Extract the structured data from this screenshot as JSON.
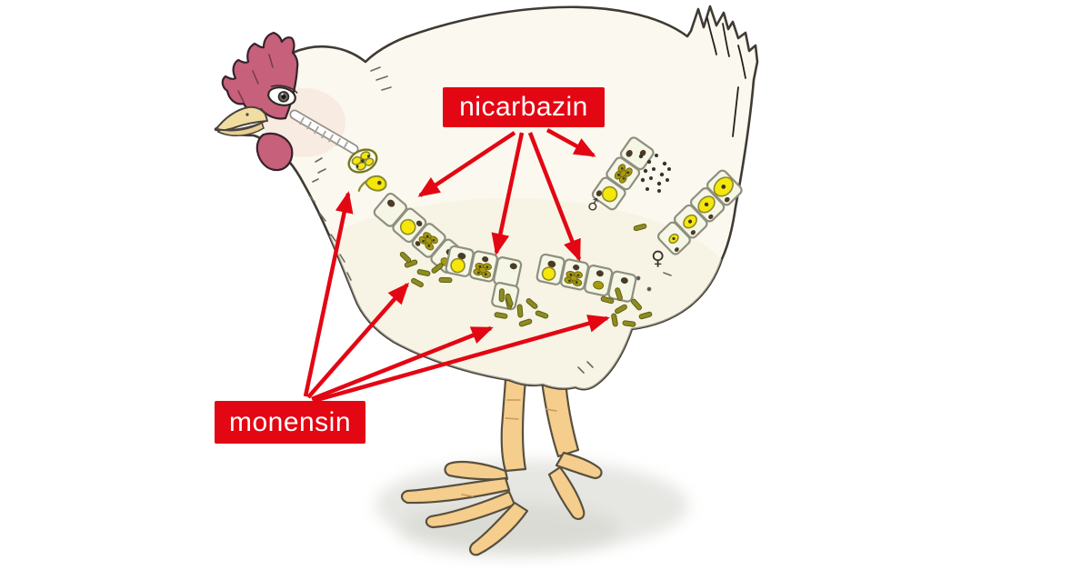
{
  "diagram": {
    "drug_labels": {
      "nicarbazin": "nicarbazin",
      "monensin": "monensin"
    },
    "gender_symbols": {
      "female": "♀",
      "male": "♂"
    },
    "arrow_counts": {
      "nicarbazin": 4,
      "monensin": 4
    },
    "lifecycle_stage_icons": [
      "chicken-illustration",
      "oocyst-icon",
      "sporozoite-icon",
      "infected-epithelial-cells-icon",
      "trophozoite-icon",
      "schizont-icon",
      "merozoites-icon",
      "microgametes-icon",
      "macrogametes-icon"
    ],
    "colors": {
      "accent_red": "#e30613",
      "label_text": "#ffffff",
      "body_cream": "#fbf9ef",
      "comb_pink": "#c7607b",
      "beak_yellow": "#f1dda2",
      "leg_tan": "#f5cd8c",
      "parasite_yellow": "#f6e70a",
      "schizont_olive": "#8c8c22",
      "outline_dark": "#3f3b34"
    }
  }
}
